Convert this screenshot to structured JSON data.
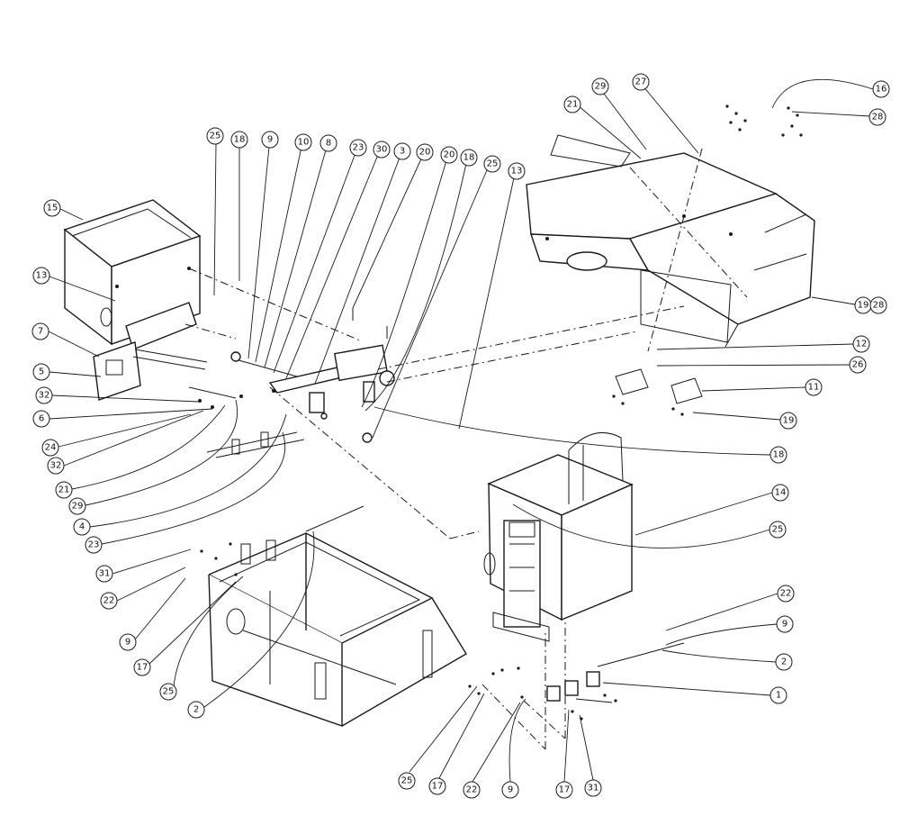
{
  "callouts": [
    {
      "id": "c-15a",
      "n": "15"
    },
    {
      "id": "c-13a",
      "n": "13"
    },
    {
      "id": "c-7",
      "n": "7"
    },
    {
      "id": "c-5",
      "n": "5"
    },
    {
      "id": "c-32a",
      "n": "32"
    },
    {
      "id": "c-6",
      "n": "6"
    },
    {
      "id": "c-24",
      "n": "24"
    },
    {
      "id": "c-32b",
      "n": "32"
    },
    {
      "id": "c-21a",
      "n": "21"
    },
    {
      "id": "c-29a",
      "n": "29"
    },
    {
      "id": "c-4",
      "n": "4"
    },
    {
      "id": "c-23a",
      "n": "23"
    },
    {
      "id": "c-31a",
      "n": "31"
    },
    {
      "id": "c-22a",
      "n": "22"
    },
    {
      "id": "c-9a",
      "n": "9"
    },
    {
      "id": "c-17a",
      "n": "17"
    },
    {
      "id": "c-25a",
      "n": "25"
    },
    {
      "id": "c-2a",
      "n": "2"
    },
    {
      "id": "c-25b",
      "n": "25"
    },
    {
      "id": "c-18a",
      "n": "18"
    },
    {
      "id": "c-9b",
      "n": "9"
    },
    {
      "id": "c-10",
      "n": "10"
    },
    {
      "id": "c-8",
      "n": "8"
    },
    {
      "id": "c-23b",
      "n": "23"
    },
    {
      "id": "c-30",
      "n": "30"
    },
    {
      "id": "c-3",
      "n": "3"
    },
    {
      "id": "c-20a",
      "n": "20"
    },
    {
      "id": "c-20b",
      "n": "20"
    },
    {
      "id": "c-18b",
      "n": "18"
    },
    {
      "id": "c-25c",
      "n": "25"
    },
    {
      "id": "c-13b",
      "n": "13"
    },
    {
      "id": "c-21b",
      "n": "21"
    },
    {
      "id": "c-29b",
      "n": "29"
    },
    {
      "id": "c-27",
      "n": "27"
    },
    {
      "id": "c-16",
      "n": "16"
    },
    {
      "id": "c-28a",
      "n": "28"
    },
    {
      "id": "c-19a",
      "n": "19"
    },
    {
      "id": "c-28b",
      "n": "28"
    },
    {
      "id": "c-12",
      "n": "12"
    },
    {
      "id": "c-26",
      "n": "26"
    },
    {
      "id": "c-11",
      "n": "11"
    },
    {
      "id": "c-19b",
      "n": "19"
    },
    {
      "id": "c-18c",
      "n": "18"
    },
    {
      "id": "c-14",
      "n": "14"
    },
    {
      "id": "c-25d",
      "n": "25"
    },
    {
      "id": "c-22b",
      "n": "22"
    },
    {
      "id": "c-9c",
      "n": "9"
    },
    {
      "id": "c-2b",
      "n": "2"
    },
    {
      "id": "c-1",
      "n": "1"
    },
    {
      "id": "c-25e",
      "n": "25"
    },
    {
      "id": "c-17b",
      "n": "17"
    },
    {
      "id": "c-22c",
      "n": "22"
    },
    {
      "id": "c-9d",
      "n": "9"
    },
    {
      "id": "c-17c",
      "n": "17"
    },
    {
      "id": "c-31b",
      "n": "31"
    }
  ]
}
